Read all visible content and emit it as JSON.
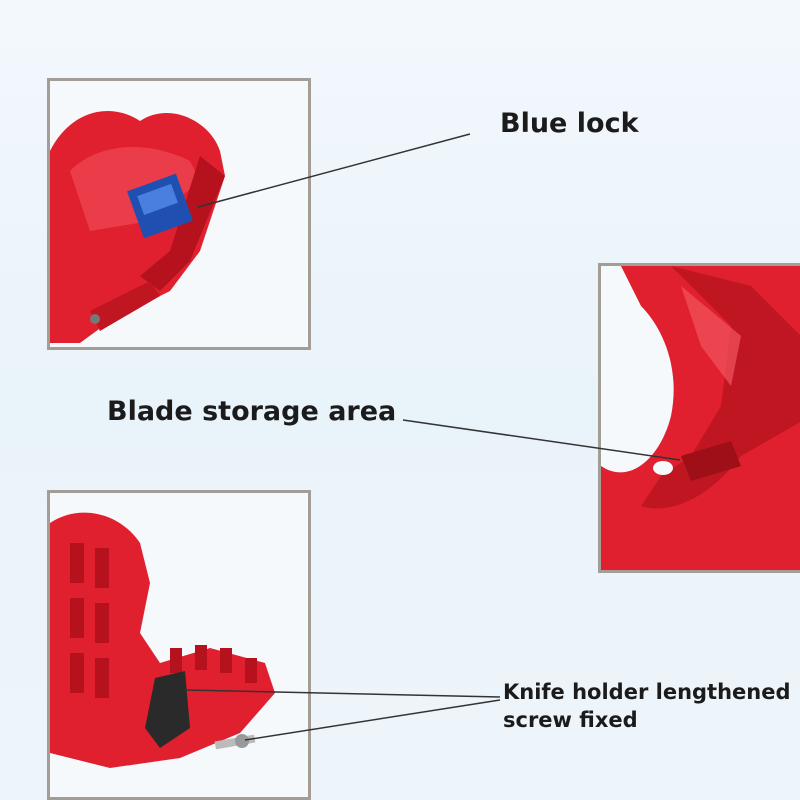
{
  "callouts": {
    "blue_lock": "Blue lock",
    "blade_storage": "Blade storage area",
    "knife_holder_line1": "Knife holder lengthened",
    "knife_holder_line2": "screw fixed"
  },
  "colors": {
    "product_red": "#e0202e",
    "lock_blue": "#1f4fb0",
    "frame_gray": "#a39d98"
  }
}
